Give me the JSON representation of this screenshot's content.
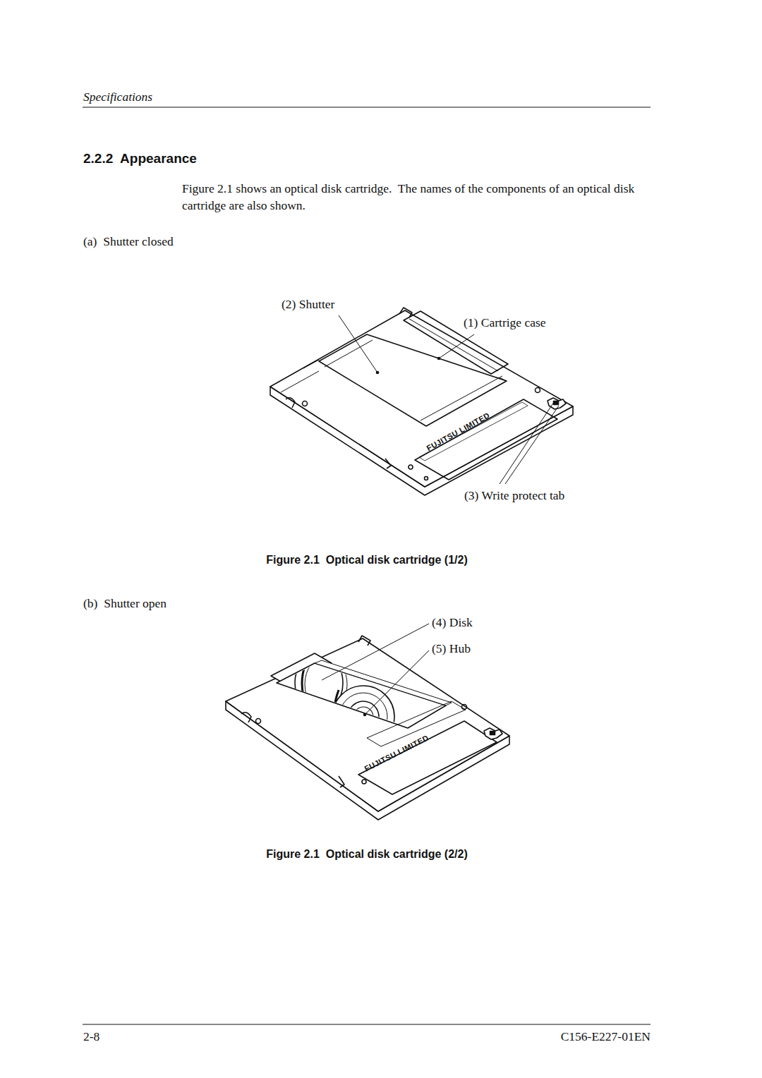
{
  "diagram": {
    "title": "2.2.2  Appearance",
    "labels": [
      "Specifications",
      "Figure 2.1 shows an optical disk cartridge.  The names of the components of an optical disk cartridge are also shown.",
      "(a)  Shutter closed",
      "(2) Shutter",
      "(1) Cartrige case",
      "(3) Write protect tab",
      "Figure 2.1  Optical disk cartridge (1/2)",
      "(b)  Shutter open",
      "(4) Disk",
      "(5) Hub",
      "Figure 2.1  Optical disk cartridge (2/2)",
      "2-8",
      "C156-E227-01EN",
      "FUJITSU LIMITED",
      "FUJITSU LIMITED"
    ]
  }
}
